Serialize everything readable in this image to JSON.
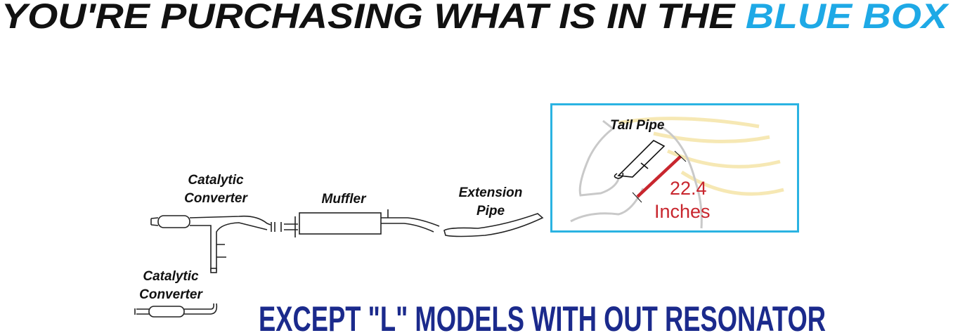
{
  "headline": {
    "prefix": "YOU'RE PURCHASING WHAT IS IN THE ",
    "highlight": "BLUE BOX"
  },
  "labels": {
    "cat_converter_top": [
      "Catalytic",
      "Converter"
    ],
    "muffler": "Muffler",
    "extension_pipe": [
      "Extension",
      "Pipe"
    ],
    "cat_converter_bottom": [
      "Catalytic",
      "Converter"
    ],
    "tail_pipe": "Tail Pipe"
  },
  "measurement": {
    "value": "22.4",
    "unit": "Inches"
  },
  "footer": "EXCEPT \"L\" MODELS WITH OUT RESONATOR",
  "colors": {
    "highlight": "#1ea9e6",
    "box": "#2ab3e2",
    "footer": "#1b2a8c",
    "measure": "#c8262e"
  }
}
